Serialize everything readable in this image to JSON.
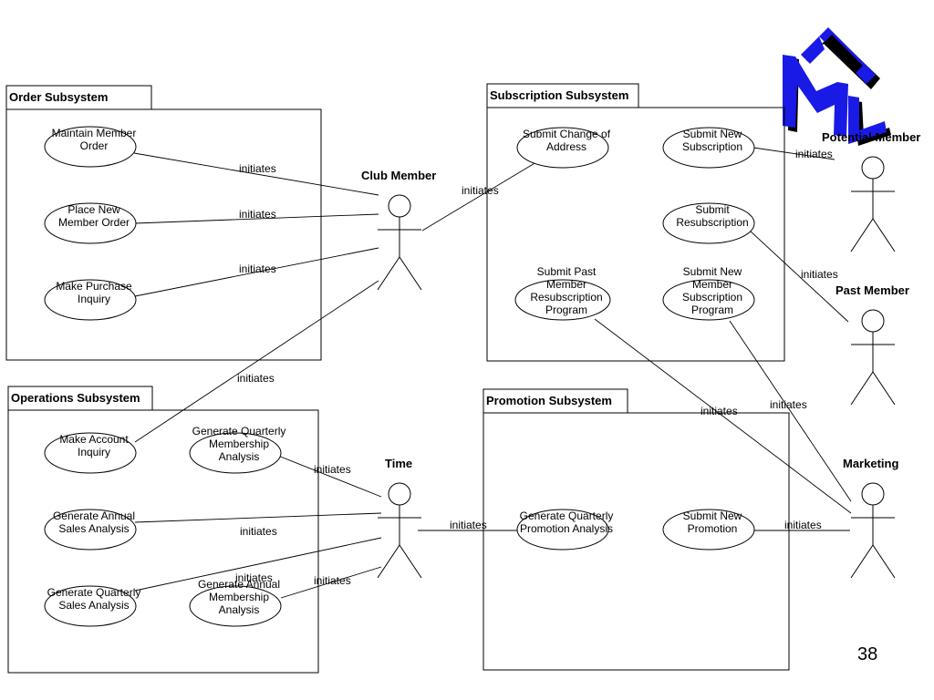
{
  "logo": {
    "letters": [
      "U",
      "M",
      "L"
    ],
    "color": "#1a1ae6",
    "shadow": "#000000"
  },
  "packages": [
    {
      "id": "order",
      "title": "Order Subsystem"
    },
    {
      "id": "subscription",
      "title": "Subscription Subsystem"
    },
    {
      "id": "operations",
      "title": "Operations Subsystem"
    },
    {
      "id": "promotion",
      "title": "Promotion Subsystem"
    }
  ],
  "use_cases": [
    {
      "id": "maintain_member_order",
      "lines": [
        "Maintain Member",
        "Order"
      ]
    },
    {
      "id": "place_new_member_order",
      "lines": [
        "Place New",
        "Member Order"
      ]
    },
    {
      "id": "make_purchase_inquiry",
      "lines": [
        "Make Purchase",
        "Inquiry"
      ]
    },
    {
      "id": "submit_change_of_address",
      "lines": [
        "Submit Change of",
        "Address"
      ]
    },
    {
      "id": "submit_new_subscription",
      "lines": [
        "Submit New",
        "Subscription"
      ]
    },
    {
      "id": "submit_resubscription",
      "lines": [
        "Submit",
        "Resubscription"
      ]
    },
    {
      "id": "submit_past_member_resub",
      "lines": [
        "Submit Past",
        "Member",
        "Resubscription",
        "Program"
      ]
    },
    {
      "id": "submit_new_member_sub",
      "lines": [
        "Submit New",
        "Member",
        "Subscription",
        "Program"
      ]
    },
    {
      "id": "make_account_inquiry",
      "lines": [
        "Make Account",
        "Inquiry"
      ]
    },
    {
      "id": "gen_quarterly_membership",
      "lines": [
        "Generate Quarterly",
        "Membership",
        "Analysis"
      ]
    },
    {
      "id": "gen_annual_sales",
      "lines": [
        "Generate Annual",
        "Sales Analysis"
      ]
    },
    {
      "id": "gen_quarterly_sales",
      "lines": [
        "Generate Quarterly",
        "Sales Analysis"
      ]
    },
    {
      "id": "gen_annual_membership",
      "lines": [
        "Generate Annual",
        "Membership",
        "Analysis"
      ]
    },
    {
      "id": "gen_quarterly_promotion",
      "lines": [
        "Generate Quarterly",
        "Promotion Analysis"
      ]
    },
    {
      "id": "submit_new_promotion",
      "lines": [
        "Submit New",
        "Promotion"
      ]
    }
  ],
  "actors": [
    {
      "id": "club_member",
      "name": "Club Member"
    },
    {
      "id": "potential_member",
      "name": "Potential Member"
    },
    {
      "id": "past_member",
      "name": "Past Member"
    },
    {
      "id": "time",
      "name": "Time"
    },
    {
      "id": "marketing",
      "name": "Marketing"
    }
  ],
  "associations": [
    {
      "from": "maintain_member_order",
      "to": "club_member",
      "label": "initiates"
    },
    {
      "from": "place_new_member_order",
      "to": "club_member",
      "label": "initiates"
    },
    {
      "from": "make_purchase_inquiry",
      "to": "club_member",
      "label": "initiates"
    },
    {
      "from": "make_account_inquiry",
      "to": "club_member",
      "label": "initiates"
    },
    {
      "from": "submit_change_of_address",
      "to": "club_member",
      "label": "initiates"
    },
    {
      "from": "submit_new_subscription",
      "to": "potential_member",
      "label": "initiates"
    },
    {
      "from": "submit_resubscription",
      "to": "past_member",
      "label": "initiates"
    },
    {
      "from": "submit_past_member_resub",
      "to": "marketing",
      "label": "initiates"
    },
    {
      "from": "submit_new_member_sub",
      "to": "marketing",
      "label": "initiates"
    },
    {
      "from": "gen_quarterly_membership",
      "to": "time",
      "label": "initiates"
    },
    {
      "from": "gen_annual_sales",
      "to": "time",
      "label": "initiates"
    },
    {
      "from": "gen_quarterly_sales",
      "to": "time",
      "label": "initiates"
    },
    {
      "from": "gen_annual_membership",
      "to": "time",
      "label": "initiates"
    },
    {
      "from": "gen_quarterly_promotion",
      "to": "time",
      "label": "initiates"
    },
    {
      "from": "submit_new_promotion",
      "to": "marketing",
      "label": "initiates"
    }
  ],
  "page_number": "38"
}
